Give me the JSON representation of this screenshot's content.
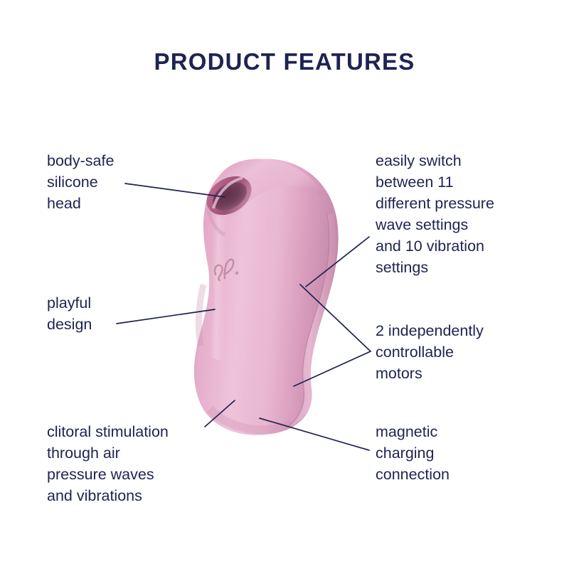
{
  "header": {
    "title": "PRODUCT FEATURES"
  },
  "colors": {
    "text": "#1f2352",
    "leader_line": "#1f2352",
    "background": "#ffffff",
    "product_pink_light": "#eec3d7",
    "product_pink": "#e2a6c4",
    "product_pink_dark": "#c98aab",
    "product_opening_dark": "#6e3b55",
    "logo": "#b3799b"
  },
  "features": {
    "body_safe_head": {
      "label": "body-safe\nsilicone\nhead",
      "side": "left"
    },
    "playful_design": {
      "label": "playful\ndesign",
      "side": "left"
    },
    "clitoral_stimulation": {
      "label": "clitoral stimulation\nthrough air\npressure waves\nand vibrations",
      "side": "left"
    },
    "pressure_wave_settings": {
      "label": "easily switch\nbetween 11\ndifferent pressure\nwave settings\nand 10 vibration\nsettings",
      "side": "right"
    },
    "motors": {
      "label": "2 independently\ncontrollable\nmotors",
      "side": "right"
    },
    "magnetic_charging": {
      "label": "magnetic\ncharging\nconnection",
      "side": "right"
    }
  },
  "product": {
    "name": "satyfer-air-pulse-stimulator",
    "brand_logo": "satisfyer-logo"
  }
}
